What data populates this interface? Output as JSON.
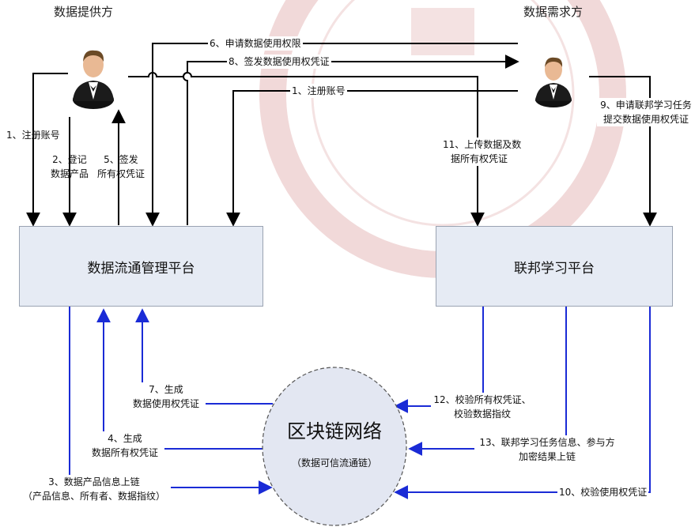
{
  "roles": {
    "provider": "数据提供方",
    "requester": "数据需求方"
  },
  "platforms": {
    "management": "数据流通管理平台",
    "federated": "联邦学习平台"
  },
  "blockchain": {
    "title": "区块链网络",
    "subtitle": "（数据可信流通链）"
  },
  "steps": {
    "s1_provider": "1、注册账号",
    "s1_requester": "1、注册账号",
    "s2": [
      "2、登记",
      "数据产品"
    ],
    "s3": [
      "3、数据产品信息上链",
      "（产品信息、所有者、数据指纹）"
    ],
    "s4": [
      "4、生成",
      "数据所有权凭证"
    ],
    "s5": [
      "5、签发",
      "所有权凭证"
    ],
    "s6": "6、申请数据使用权限",
    "s7": [
      "7、生成",
      "数据使用权凭证"
    ],
    "s8": "8、签发数据使用权凭证",
    "s9": [
      "9、申请联邦学习任务",
      "提交数据使用权凭证"
    ],
    "s10": "10、校验使用权凭证",
    "s11": [
      "11、上传数据及数",
      "据所有权凭证"
    ],
    "s12": [
      "12、校验所有权凭证、",
      "校验数据指纹"
    ],
    "s13": [
      "13、联邦学习任务信息、参与方",
      "加密结果上链"
    ]
  },
  "colors": {
    "black_arrow": "#000000",
    "blue_arrow": "#1a2bd6",
    "platform_fill": "#e6ebf4",
    "chain_fill": "#e3e7f2",
    "watermark": "#f1d9d9"
  },
  "icons": {
    "provider_avatar": "businessman-icon",
    "requester_avatar": "businessman-icon"
  }
}
